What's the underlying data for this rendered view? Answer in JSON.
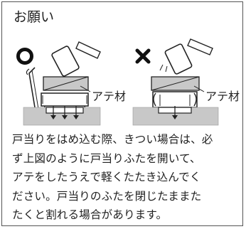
{
  "notice": {
    "title": "お願い",
    "figure": {
      "good_mark": "○",
      "bad_mark": "✕",
      "label_left": "アテ材",
      "label_right": "アテ材",
      "icons": [
        "circle-ok-icon",
        "cross-ng-icon",
        "hammer-icon",
        "down-arrow-icon"
      ]
    },
    "body_lines": [
      "戸当りをはめ込む際、きつい場合は、必",
      "ず上図のように戸当りふたを開いて、",
      "アテをしたうえで軽くたたき込んでく",
      "ださい。戸当りのふたを閉じたままた",
      "たくと割れる場合があります。"
    ]
  }
}
